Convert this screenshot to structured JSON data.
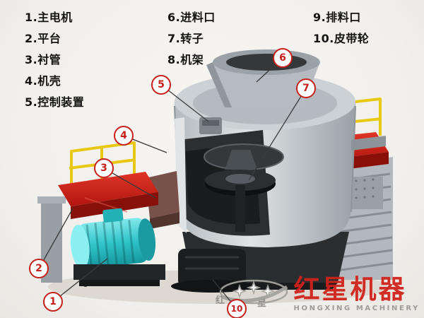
{
  "legend": {
    "columns": [
      {
        "items": [
          "1.主电机",
          "2.平台",
          "3.衬管",
          "4.机壳",
          "5.控制装置"
        ]
      },
      {
        "items": [
          "6.进料口",
          "7.转子",
          "8.机架"
        ]
      },
      {
        "items": [
          "9.排料口",
          "10.皮带轮"
        ]
      }
    ]
  },
  "callouts": [
    {
      "n": "1"
    },
    {
      "n": "2"
    },
    {
      "n": "3"
    },
    {
      "n": "4"
    },
    {
      "n": "5"
    },
    {
      "n": "6"
    },
    {
      "n": "7"
    },
    {
      "n": "10"
    }
  ],
  "watermark": {
    "brand_cn": "红星机器",
    "brand_en": "HONGXING MACHINERY",
    "small_left": "红",
    "small_right": "星"
  },
  "colors": {
    "callout_red": "#c6201a",
    "platform_red": "#c9211b",
    "motor_teal": "#2fc4c9",
    "railing_yellow": "#e9c813"
  }
}
